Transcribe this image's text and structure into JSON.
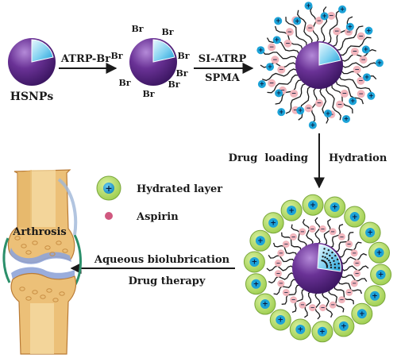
{
  "labels": {
    "hsnps": "HSNPs",
    "atrp_br": "ATRP-Br",
    "si_atrp": "SI-ATRP",
    "spma": "SPMA",
    "br": "Br",
    "drug_loading": "Drug  loading",
    "hydration": "Hydration",
    "aqueous_biolubrication": "Aqueous biolubrication",
    "drug_therapy": "Drug therapy",
    "arthrosis": "Arthrosis"
  },
  "legend": {
    "hydrated_layer": "Hydrated layer",
    "aspirin": "Aspirin"
  },
  "signs": {
    "minus": "−",
    "plus": "+"
  },
  "colors": {
    "particle_purple": "#5b2a86",
    "particle_highlight": "#9a6cc7",
    "core_cyan": "#2bb1e3",
    "core_white": "#e8f7fd",
    "hydrated_green": "#b8df6a",
    "hydrated_border": "#6ea23a",
    "counter_ion_blue": "#1da3d8",
    "aspirin_pink": "#d0587f",
    "negative_pink": "#f2b6bd",
    "bone": "#ecc078",
    "bone_dark": "#b97a35",
    "cartilage_blue": "#8fa4d8",
    "arrow": "#1a1a1a"
  }
}
